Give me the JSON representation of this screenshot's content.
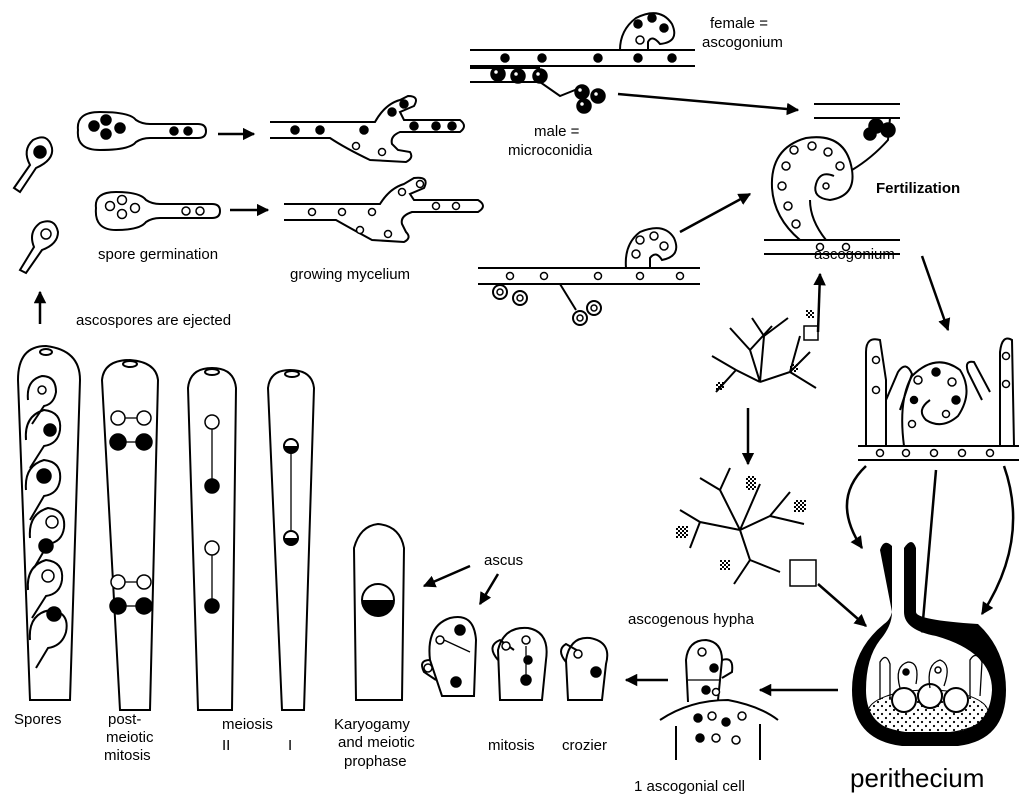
{
  "labels": {
    "female": "female =",
    "ascogonium_top": "ascogonium",
    "male": "male =",
    "microconidia": "microconidia",
    "fertilization": "Fertilization",
    "ascogonium": "ascogonium",
    "spore_germination": "spore germination",
    "growing_mycelium": "growing mycelium",
    "ascospores_ejected": "ascospores are ejected",
    "ascus": "ascus",
    "ascogenous_hypha": "ascogenous hypha",
    "spores": "Spores",
    "post": "post-",
    "meiotic": "meiotic",
    "mitosis_pm": "mitosis",
    "meiosis": "meiosis",
    "meiosis_II": "II",
    "meiosis_I": "I",
    "karyogamy": "Karyogamy",
    "and_meiotic": "and meiotic",
    "prophase": "prophase",
    "mitosis": "mitosis",
    "crozier": "crozier",
    "one_ascogonial_cell": "1 ascogonial cell",
    "perithecium": "perithecium"
  }
}
